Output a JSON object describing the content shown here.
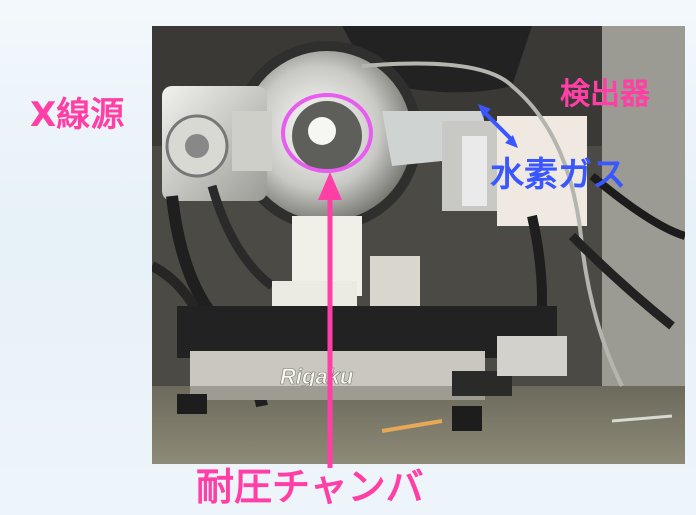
{
  "image": {
    "annotations": {
      "xray_source": "X線源",
      "detector": "検出器",
      "hydrogen_gas": "水素ガス",
      "pressure_chamber": "耐圧チャンバ"
    },
    "brand": "Rigaku"
  },
  "colors": {
    "magenta_label": "#ff3fa6",
    "blue_label": "#3a57ff",
    "circle": "#e85cf0"
  }
}
